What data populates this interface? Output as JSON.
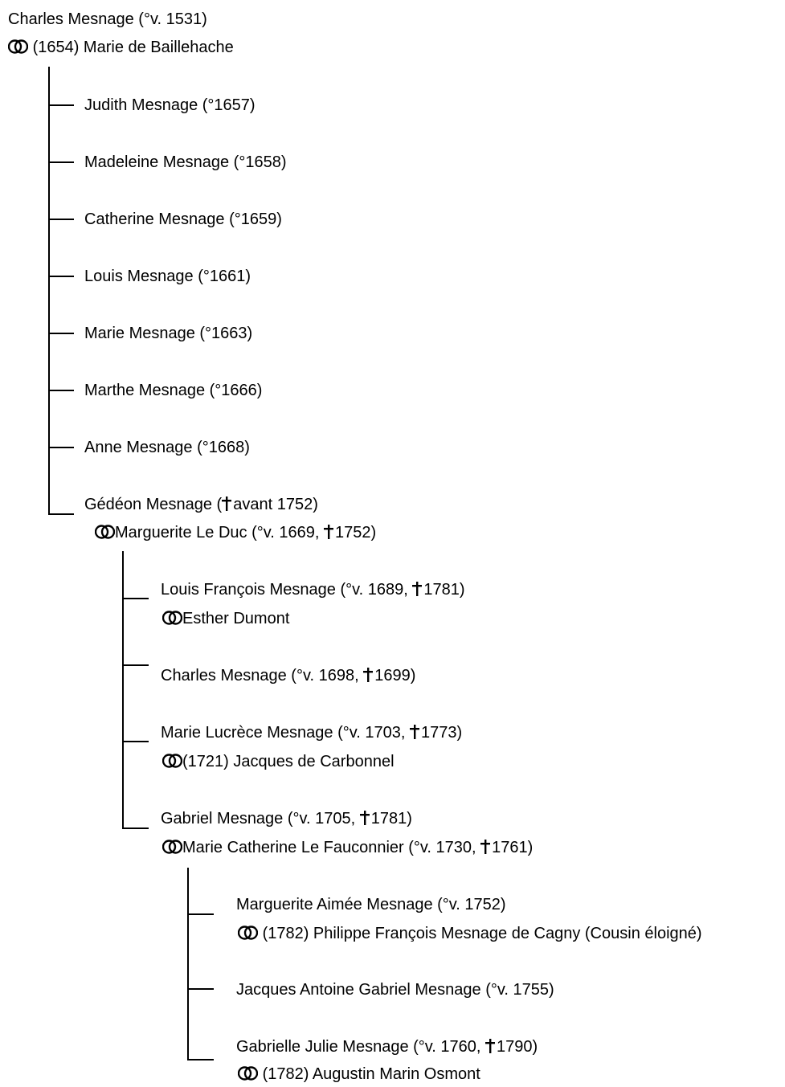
{
  "root": {
    "name": "Charles Mesnage (°v. 1531)",
    "spouse": "(1654) Marie de Baillehache"
  },
  "children_gen1": [
    {
      "name": "Judith Mesnage (°1657)"
    },
    {
      "name": "Madeleine Mesnage (°1658)"
    },
    {
      "name": "Catherine Mesnage (°1659)"
    },
    {
      "name": "Louis Mesnage (°1661)"
    },
    {
      "name": "Marie Mesnage (°1663)"
    },
    {
      "name": "Marthe Mesnage (°1666)"
    },
    {
      "name": "Anne Mesnage (°1668)"
    }
  ],
  "gedeon": {
    "name_pre": "Gédéon Mesnage (",
    "name_post": "avant 1752)",
    "spouse_pre": "Marguerite Le Duc (°v. 1669, ",
    "spouse_post": "1752)"
  },
  "children_gen2": {
    "louis_francois": {
      "name_pre": "Louis François Mesnage (°v. 1689, ",
      "name_post": "1781)",
      "spouse": "Esther Dumont"
    },
    "charles": {
      "name_pre": "Charles Mesnage (°v. 1698, ",
      "name_post": "1699)"
    },
    "marie_lucrece": {
      "name_pre": "Marie Lucrèce Mesnage (°v. 1703, ",
      "name_post": "1773)",
      "spouse": "(1721) Jacques de Carbonnel"
    },
    "gabriel": {
      "name_pre": "Gabriel Mesnage (°v. 1705, ",
      "name_post": "1781)",
      "spouse_pre": "Marie Catherine Le Fauconnier (°v. 1730, ",
      "spouse_post": "1761)"
    }
  },
  "children_gen3": {
    "marguerite_aimee": {
      "name": "Marguerite Aimée Mesnage (°v. 1752)",
      "spouse": "(1782) Philippe François Mesnage de Cagny (Cousin éloigné)"
    },
    "jacques_antoine": {
      "name": "Jacques Antoine Gabriel Mesnage (°v. 1755)"
    },
    "gabrielle_julie": {
      "name_pre": "Gabrielle Julie Mesnage (°v. 1760, ",
      "name_post": "1790)",
      "spouse": "(1782) Augustin Marin Osmont"
    }
  },
  "icons": {
    "marriage": "marriage-rings-icon",
    "death": "death-cross-icon"
  }
}
